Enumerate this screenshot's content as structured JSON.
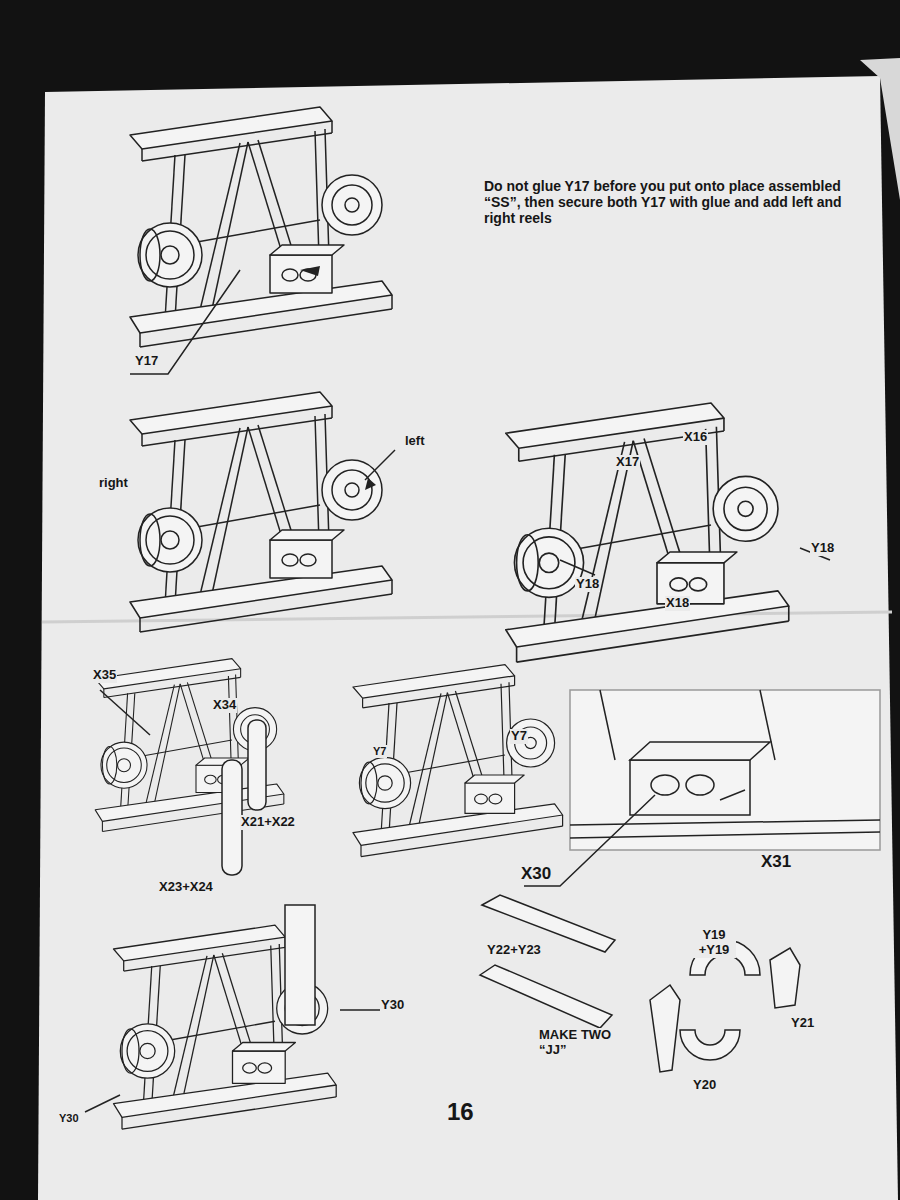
{
  "diagram": {
    "labels": [
      "Do not glue Y17 before you put onto place assembled “SS”, then secure both Y17 with glue and add left and right reels",
      "Y17",
      "left",
      "right",
      "X17",
      "X16",
      "Y18",
      "Y18",
      "X18",
      "X35",
      "X34",
      "X21+X22",
      "X23+X24",
      "Y7",
      "Y7",
      "X30",
      "X31",
      "Y30",
      "Y30",
      "Y22+Y23",
      "MAKE TWO “JJ”",
      "Y19 +Y19",
      "Y21",
      "Y20",
      "16"
    ]
  }
}
